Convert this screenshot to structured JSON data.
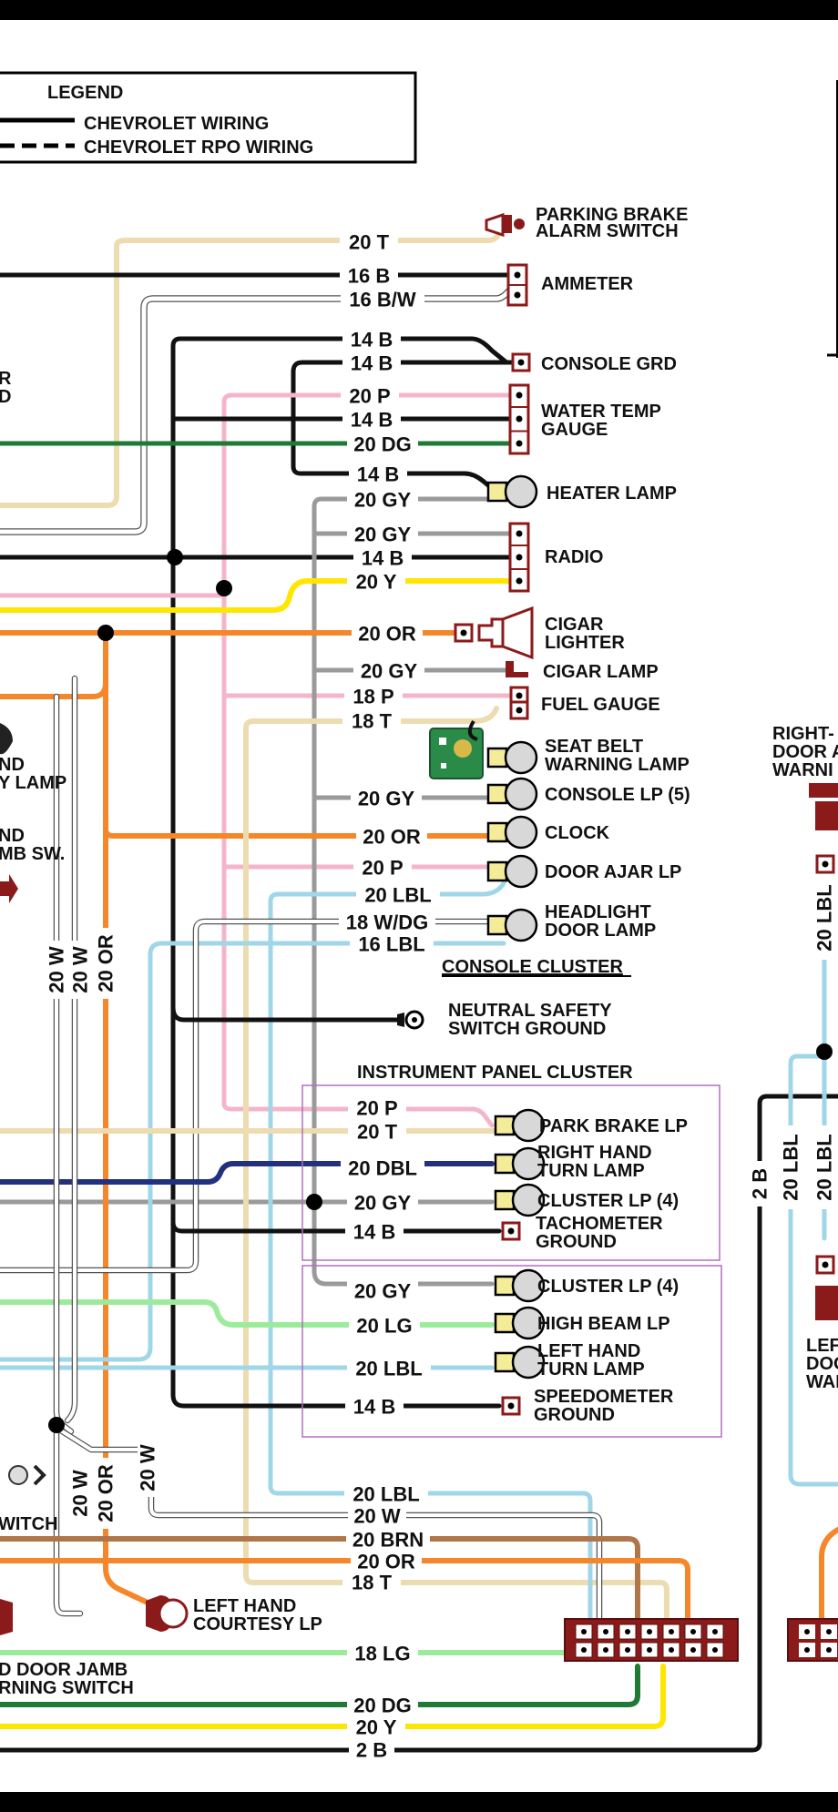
{
  "legend": {
    "title": "LEGEND",
    "solid_label": "CHEVROLET WIRING",
    "dashed_label": "CHEVROLET RPO WIRING"
  },
  "colors": {
    "T": "#eddcb0",
    "B": "#111111",
    "BW": "#ffffff",
    "P": "#f5b5c8",
    "DG": "#1e7a35",
    "GY": "#9a9a9a",
    "Y": "#ffe600",
    "OR": "#f5862a",
    "LBL": "#9fd6e8",
    "W": "#ffffff",
    "DBL": "#23307e",
    "LG": "#9ceb9c",
    "BRN": "#b07548",
    "WDG": "#ffffff",
    "connector": "#8b1a1a",
    "lamp": "#f5ec9a",
    "bulb": "#d8d8d8",
    "cluster_border": "#b070c0"
  },
  "wire_labels": {
    "t1": "20 T",
    "b1": "16 B",
    "bw1": "16 B/W",
    "b2": "14 B",
    "b3": "14 B",
    "p1": "20 P",
    "b4": "14 B",
    "dg1": "20 DG",
    "b5": "14 B",
    "gy1": "20 GY",
    "gy2": "20 GY",
    "b6": "14 B",
    "y1": "20 Y",
    "or1": "20 OR",
    "gy3": "20 GY",
    "p2": "18 P",
    "t2": "18 T",
    "gy4": "20 GY",
    "or2": "20 OR",
    "p3": "20 P",
    "lbl1": "20 LBL",
    "wdg1": "18 W/DG",
    "lbl2": "16 LBL",
    "p4": "20 P",
    "t3": "20 T",
    "dbl1": "20 DBL",
    "gy5": "20 GY",
    "b7": "14 B",
    "gy6": "20 GY",
    "lg1": "20 LG",
    "lbl3": "20 LBL",
    "b8": "14 B",
    "lbl4": "20 LBL",
    "w1": "20 W",
    "brn1": "20 BRN",
    "or3": "20 OR",
    "t4": "18 T",
    "lg2": "18 LG",
    "dg2": "20 DG",
    "y2": "20 Y",
    "b9": "2 B",
    "v_w1": "20 W",
    "v_w2": "20 W",
    "v_or1": "20 OR",
    "v_w3": "20 W",
    "v_or2": "20 OR",
    "v_w4": "20 W",
    "v_lbl1": "20 LBL",
    "v_lbl2": "20 LBL",
    "v_lbl3": "20 LBL",
    "v_b1": "2 B"
  },
  "components": {
    "parking_brake_alarm_switch": "PARKING BRAKE\nALARM SWITCH",
    "ammeter": "AMMETER",
    "console_grd": "CONSOLE GRD",
    "water_temp_gauge": "WATER TEMP\nGAUGE",
    "heater_lamp": "HEATER LAMP",
    "radio": "RADIO",
    "cigar_lighter": "CIGAR\nLIGHTER",
    "cigar_lamp": "CIGAR LAMP",
    "fuel_gauge": "FUEL GAUGE",
    "seat_belt_warning_lamp": "SEAT BELT\nWARNING LAMP",
    "console_lp": "CONSOLE LP  (5)",
    "clock": "CLOCK",
    "door_ajar_lp": "DOOR AJAR LP",
    "headlight_door_lamp": "HEADLIGHT\nDOOR LAMP",
    "neutral_safety_switch_ground": "NEUTRAL SAFETY\nSWITCH GROUND",
    "park_brake_lp": "PARK BRAKE LP",
    "right_hand_turn_lamp": "RIGHT HAND\nTURN LAMP",
    "cluster_lp_1": "CLUSTER LP  (4)",
    "tachometer_ground": "TACHOMETER\nGROUND",
    "cluster_lp_2": "CLUSTER LP  (4)",
    "high_beam_lp": "HIGH BEAM LP",
    "left_hand_turn_lamp": "LEFT HAND\nTURN LAMP",
    "speedometer_ground": "SPEEDOMETER\nGROUND",
    "left_hand_courtesy_lp": "LEFT HAND\nCOURTESY LP",
    "right_door_partial": "RIGHT-\nDOOR A\nWARNI",
    "lef_partial": "LEF\nDOO\nWAR",
    "left_partial_1": "R\nD",
    "left_partial_2": "ND\nY LAMP",
    "left_partial_3": "ND\nMB SW.",
    "left_partial_4": "WITCH",
    "left_partial_5": "D DOOR JAMB\nRNING SWITCH"
  },
  "sections": {
    "console_cluster": "CONSOLE CLUSTER",
    "instrument_panel_cluster": "INSTRUMENT PANEL CLUSTER"
  }
}
